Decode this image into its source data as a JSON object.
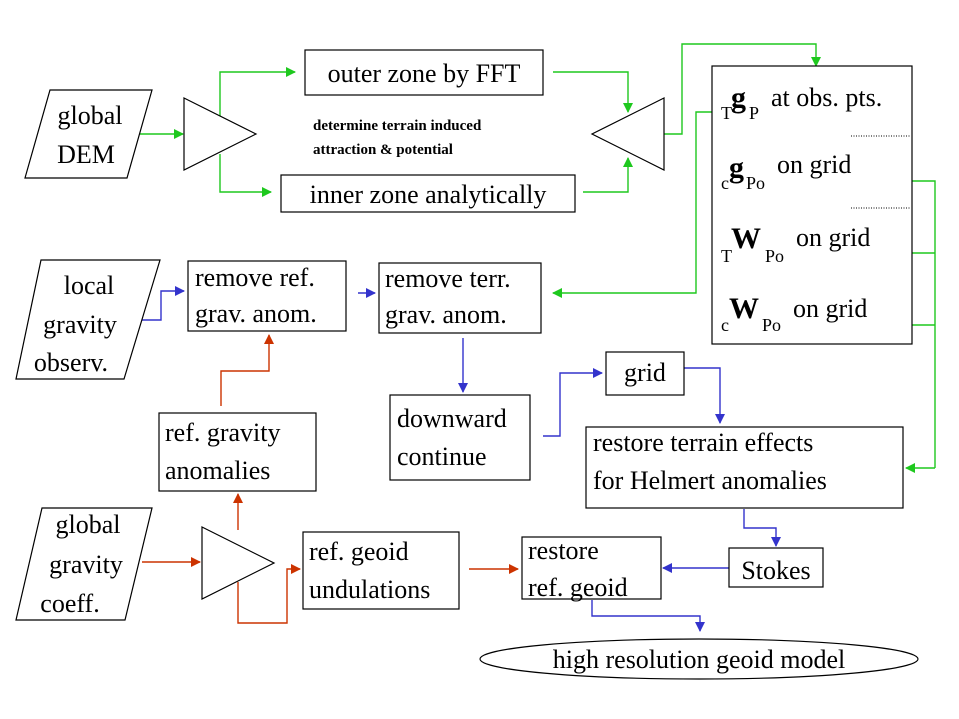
{
  "colors": {
    "terrain": "#1ec81e",
    "gravity": "#3333cc",
    "reference": "#cc3300",
    "stroke": "#000000"
  },
  "nodes": {
    "global_dem": [
      "global",
      "DEM"
    ],
    "outer_zone": "outer zone by FFT",
    "inner_zone": "inner zone analytically",
    "terrain_note": [
      "determine terrain induced",
      "attraction & potential"
    ],
    "terrain_results": [
      {
        "pre": "T",
        "main": "g",
        "post": "P",
        "text": "at obs. pts."
      },
      {
        "pre": "c",
        "main": "g",
        "post": "Po",
        "text": "on grid"
      },
      {
        "pre": "T",
        "main": "W",
        "post": "Po",
        "text": "on grid"
      },
      {
        "pre": "c",
        "main": "W",
        "post": "Po",
        "text": "on grid"
      }
    ],
    "local_gravity": [
      "local",
      "gravity",
      "observ."
    ],
    "remove_ref": [
      "remove ref.",
      "grav. anom."
    ],
    "remove_terr": [
      "remove terr.",
      "grav. anom."
    ],
    "downward": [
      "downward",
      "continue"
    ],
    "grid": "grid",
    "restore_terrain": [
      "restore terrain effects",
      "for Helmert anomalies"
    ],
    "ref_gravity": [
      "ref. gravity",
      "anomalies"
    ],
    "global_gravity": [
      "global",
      "gravity",
      "coeff."
    ],
    "ref_geoid": [
      "ref. geoid",
      "undulations"
    ],
    "restore_geoid": [
      "restore",
      "ref. geoid"
    ],
    "stokes": "Stokes",
    "final_model": "high resolution geoid model"
  }
}
